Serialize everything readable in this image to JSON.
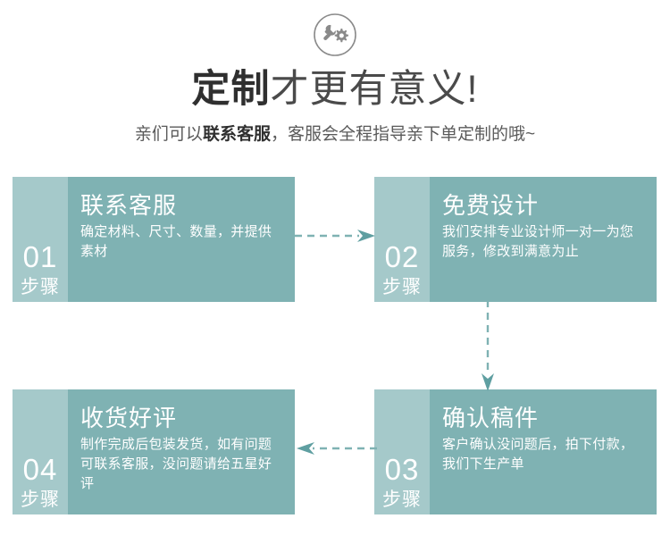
{
  "header": {
    "icon": "wrench-gear-icon",
    "title_strong": "定制",
    "title_light": "才更有意义!",
    "subtitle_pre": "亲们可以",
    "subtitle_strong": "联系客服",
    "subtitle_post": "，客服会全程指导亲下单定制的哦~"
  },
  "theme": {
    "card_bg": "#7fb2b3",
    "band_bg": "#a5c9ca",
    "arrow_color": "#7fb2b3",
    "page_bg": "#ffffff",
    "title_color": "#3b3b3b",
    "icon_color": "#8a8a8a"
  },
  "steps": [
    {
      "number": "01",
      "label": "步骤",
      "title": "联系客服",
      "desc": "确定材料、尺寸、数量，并提供素材"
    },
    {
      "number": "02",
      "label": "步骤",
      "title": "免费设计",
      "desc": "我们安排专业设计师一对一为您服务，修改到满意为止"
    },
    {
      "number": "03",
      "label": "步骤",
      "title": "确认稿件",
      "desc": "客户确认没问题后，拍下付款，我们下生产单"
    },
    {
      "number": "04",
      "label": "步骤",
      "title": "收货好评",
      "desc": "制作完成后包装发货，如有问题可联系客服，没问题请给五星好评"
    }
  ],
  "connectors": [
    {
      "name": "arrow-step1-to-step2",
      "direction": "right"
    },
    {
      "name": "arrow-step2-to-step3",
      "direction": "down"
    },
    {
      "name": "arrow-step3-to-step4",
      "direction": "left"
    }
  ]
}
